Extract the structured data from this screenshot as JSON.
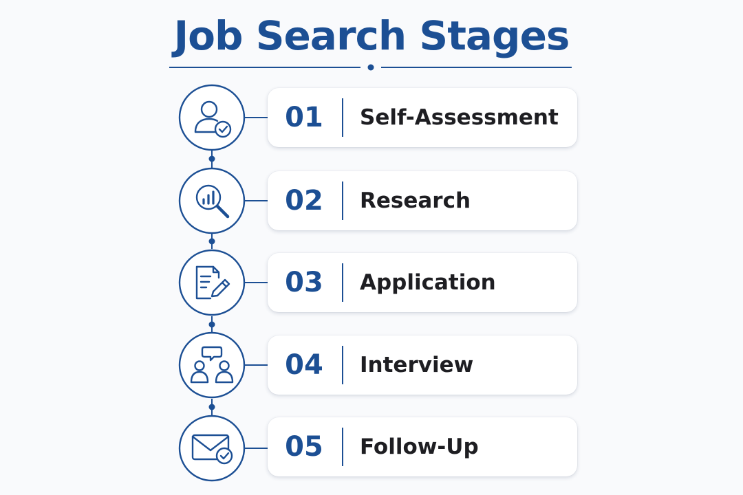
{
  "title": "Job Search Stages",
  "colors": {
    "accent": "#1c4f94",
    "text": "#1e1e22",
    "background": "#f9fafc",
    "card": "#ffffff"
  },
  "stages": [
    {
      "number": "01",
      "label": "Self-Assessment",
      "icon": "person-check-icon"
    },
    {
      "number": "02",
      "label": "Research",
      "icon": "magnifier-chart-icon"
    },
    {
      "number": "03",
      "label": "Application",
      "icon": "document-pen-icon"
    },
    {
      "number": "04",
      "label": "Interview",
      "icon": "two-people-speech-icon"
    },
    {
      "number": "05",
      "label": "Follow-Up",
      "icon": "envelope-check-icon"
    }
  ]
}
